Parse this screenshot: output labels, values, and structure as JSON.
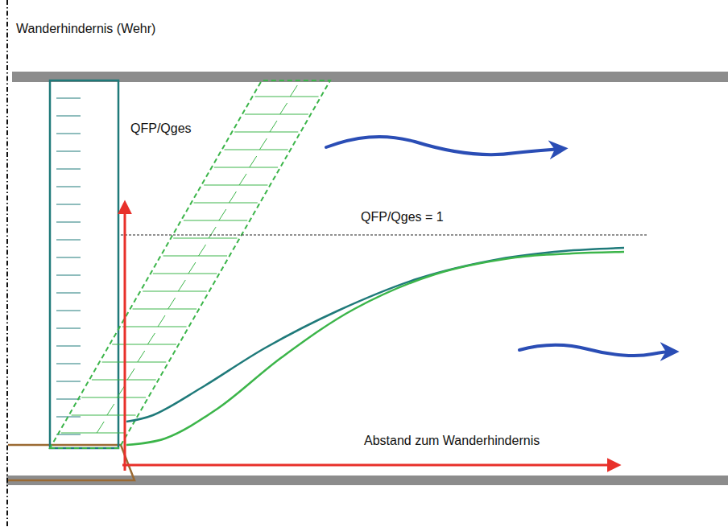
{
  "diagram": {
    "labels": [
      "Wanderhindernis (Wehr)",
      "QFP/Qges",
      "QFP/Qges = 1",
      "Abstand zum Wanderhindernis"
    ]
  }
}
